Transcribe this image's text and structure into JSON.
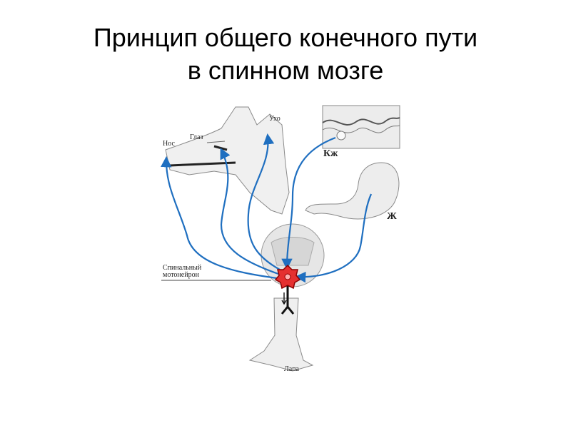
{
  "slide": {
    "title_line1": "Принцип общего конечного пути",
    "title_line2": "в спинном мозге"
  },
  "diagram": {
    "labels": {
      "nose": "Нос",
      "eye": "Глаз",
      "ear": "Ухо",
      "skin": "Кж",
      "stomach": "Ж",
      "motoneuron_line1": "Спинальный",
      "motoneuron_line2": "мотонейрон",
      "paw": "Лапа"
    },
    "colors": {
      "pathway": "#1f6fc0",
      "neuron_fill": "#e53030",
      "neuron_outline": "#8b0000",
      "outline": "#8a8a8a"
    }
  }
}
